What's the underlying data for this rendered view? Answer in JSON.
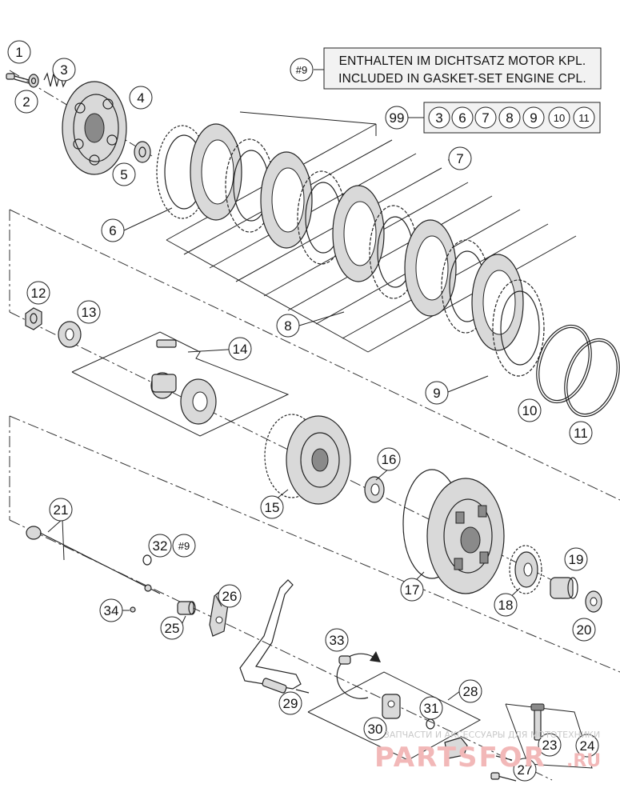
{
  "notes": {
    "gasket_ref": "#9",
    "line_de": "ENTHALTEN IM DICHTSATZ MOTOR KPL.",
    "line_en": "INCLUDED IN GASKET-SET ENGINE CPL."
  },
  "kit": {
    "label": "99",
    "members": [
      "3",
      "6",
      "7",
      "8",
      "9",
      "10",
      "11"
    ]
  },
  "callouts": {
    "p1": "1",
    "p2": "2",
    "p3": "3",
    "p4": "4",
    "p5": "5",
    "p6": "6",
    "p7": "7",
    "p8": "8",
    "p9": "9",
    "p10": "10",
    "p11": "11",
    "p12": "12",
    "p13": "13",
    "p14": "14",
    "p15": "15",
    "p16": "16",
    "p17": "17",
    "p18": "18",
    "p19": "19",
    "p20": "20",
    "p21": "21",
    "p23": "23",
    "p24": "24",
    "p25": "25",
    "p26": "26",
    "p27": "27",
    "p28": "28",
    "p29": "29",
    "p30": "30",
    "p31": "31",
    "p32": "32",
    "p33": "33",
    "p34": "34",
    "p32_note": "#9"
  },
  "watermark": {
    "tagline": "ЗАПЧАСТИ И АКСЕССУАРЫ ДЛЯ МОТОТЕХНИКИ",
    "brand": "PARTSFOR",
    "tld": ".RU"
  }
}
